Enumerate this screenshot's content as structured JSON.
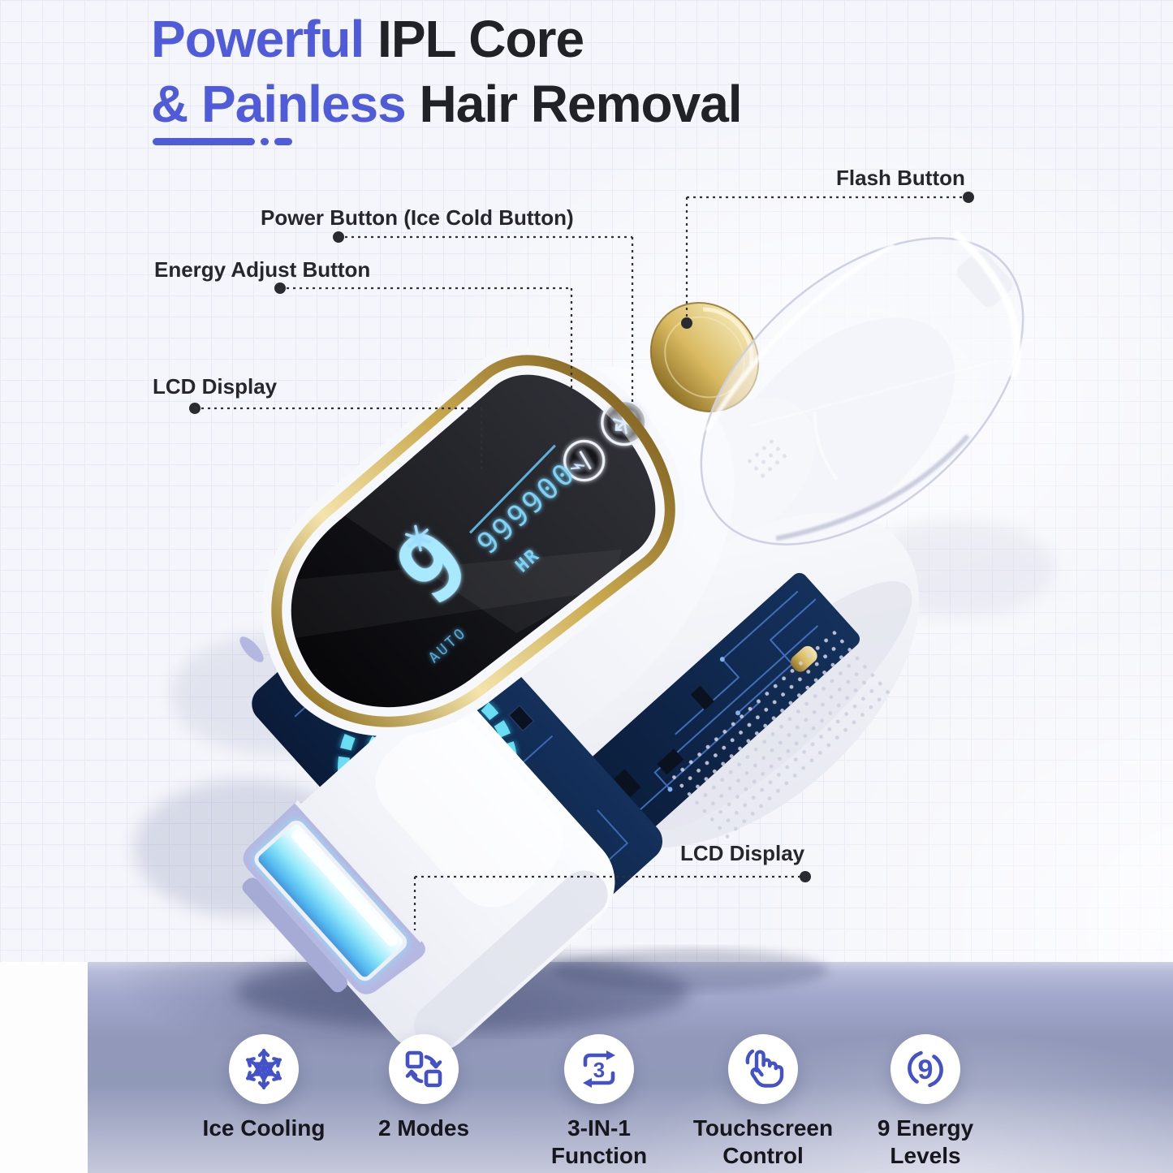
{
  "title": {
    "l1_accent": "Powerful",
    "l1_rest": " IPL Core",
    "l2_accent": "& Painless",
    "l2_rest": " Hair Removal"
  },
  "callouts": {
    "flash": "Flash Button",
    "power": "Power Button (Ice Cold Button)",
    "energy": "Energy Adjust Button",
    "lcd_top": "LCD Display",
    "lcd_bottom": "LCD Display"
  },
  "lcd": {
    "counter": "999900",
    "energy_level": "9",
    "unit": "HR",
    "mode": "AUTO"
  },
  "features": [
    {
      "icon": "snowflake-icon",
      "label": "Ice Cooling"
    },
    {
      "icon": "two-modes-icon",
      "label": "2 Modes"
    },
    {
      "icon": "three-in-one-icon",
      "label": "3-IN-1 Function"
    },
    {
      "icon": "touchscreen-icon",
      "label": "Touchscreen Control"
    },
    {
      "icon": "nine-energy-icon",
      "label": "9 Energy Levels"
    }
  ],
  "colors": {
    "accent_blue": "#4f5bd9",
    "icon_blue": "#4352c9",
    "gold": "#caa94e",
    "glow_cyan": "#8eeffc",
    "band_purple": "#9aa0c4",
    "lcd_cyan": "#7cd3f7",
    "text_dark": "#202228"
  }
}
